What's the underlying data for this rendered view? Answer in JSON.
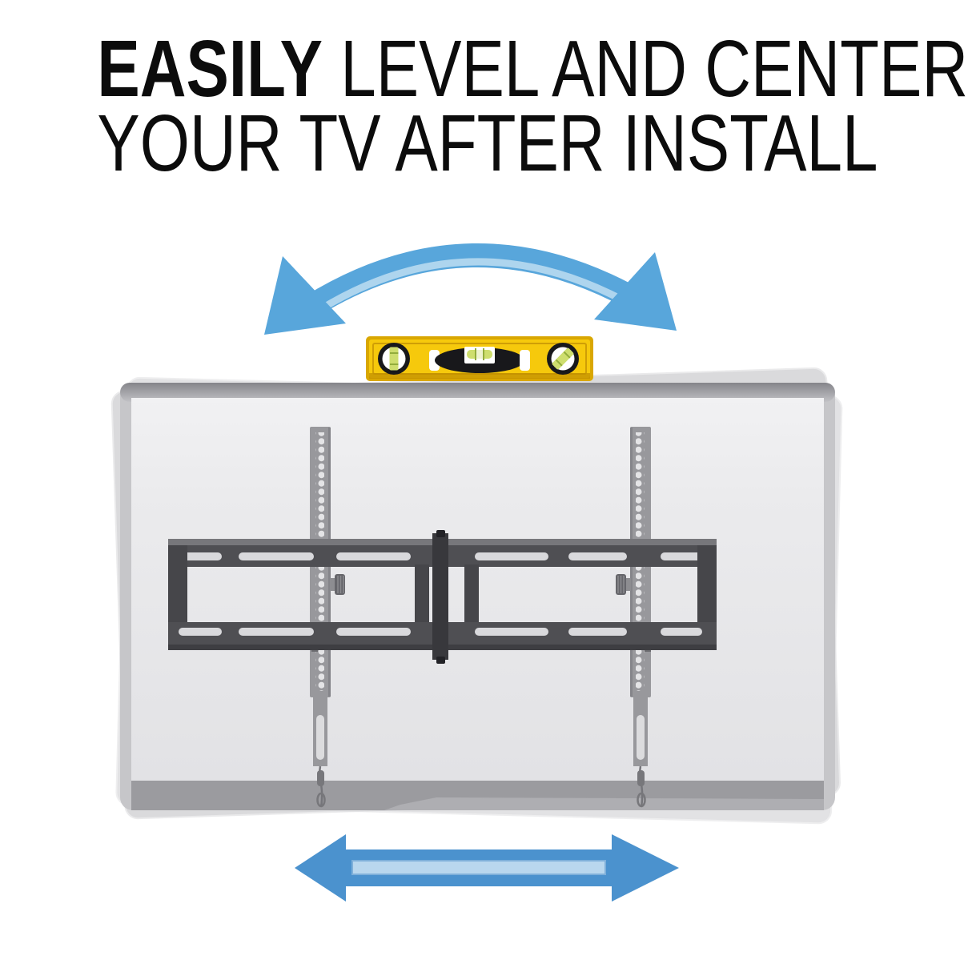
{
  "headline": {
    "line1_emphasis": "EASILY",
    "line1_rest": " LEVEL AND CENTER",
    "line2": "YOUR TV AFTER INSTALL"
  },
  "illustration": {
    "rotate_arrow_icon": "curved double-headed arrow showing the TV can be tilted level after install",
    "spirit_level_icon": "yellow torpedo bubble level resting on the top edge of the TV",
    "tv_back": "back of a flat-screen TV with ghosted tilted positions behind it",
    "wall_mount": "two-piece slotted wall plate with two vertical mounting rails, tension knobs and pull strings",
    "slide_arrow_icon": "horizontal double-headed arrow showing the TV slides left and right"
  },
  "colors": {
    "text_black": "#0c0c0c",
    "arrow_blue": "#58a6db",
    "arrow_blue_light": "#aed5ee",
    "slide_blue": "#4b92ce",
    "slide_blue_light": "#b9d7ee",
    "level_yellow": "#f6c90c",
    "level_yellow_deep": "#d9a702",
    "level_black": "#18181b",
    "vial_green": "#cede6e",
    "vial_green_line": "#93ad3c",
    "tv_panel": "#ebebed",
    "tv_rim": "#c6c6c9",
    "tv_chin": "#9b9b9f",
    "tv_ghost": "#bcbcc0",
    "rail_gray": "#98989c",
    "rail_hole": "#e4e4e6",
    "plate_dark": "#4f4f53",
    "plate_mid": "#77777b",
    "plate_slot": "#d9d9dc",
    "string_gray": "#75757a"
  }
}
